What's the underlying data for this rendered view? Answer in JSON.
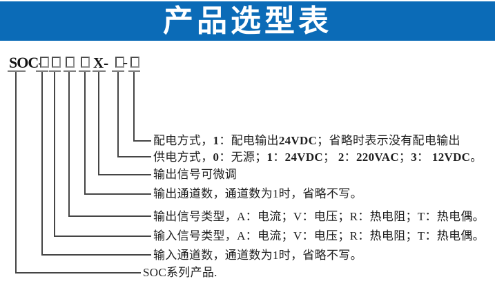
{
  "header": {
    "title": "产品选型表"
  },
  "colors": {
    "header_bg": "#0b6bb7",
    "header_text": "#ffffff",
    "connector_dark": "#454545",
    "connector_gray": "#7d7d7d",
    "body_text": "#1f1f1f"
  },
  "model_code": {
    "prefix": "SOC-",
    "mid": "X-",
    "separator": "-",
    "placeholder_boxes": 6
  },
  "legend": {
    "rows": [
      {
        "text": "配电方式，1：配电输出24VDC；省略时表示没有配电输出"
      },
      {
        "text": "供电方式，0：无源；1：24VDC； 2：220VAC；3： 12VDC。"
      },
      {
        "text": "输出信号可微调"
      },
      {
        "text": "输出通道数，通道数为1时，省略不写。"
      },
      {
        "text": "输出信号类型，A：电流；V：电压；R：热电阻；T：热电偶。"
      },
      {
        "text": "输入信号类型，A：电流；V：电压；R：热电阻；T：热电偶。"
      },
      {
        "text": "输入通道数，通道数为1时，省略不写。"
      },
      {
        "text": "SOC系列产品."
      }
    ]
  }
}
